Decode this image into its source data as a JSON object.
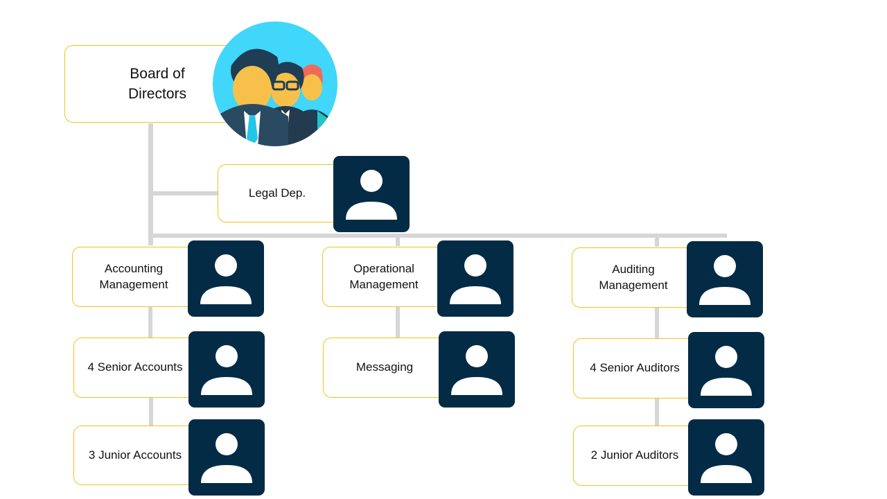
{
  "org_chart": {
    "board": {
      "line1": "Board of",
      "line2": "Directors",
      "icon": "team-icon"
    },
    "legal": {
      "label": "Legal Dep.",
      "icon": "person-icon"
    },
    "accounting": {
      "line1": "Accounting",
      "line2": "Management",
      "senior": "4 Senior Accounts",
      "junior": "3 Junior Accounts"
    },
    "operational": {
      "line1": "Operational",
      "line2": "Management",
      "messaging": "Messaging"
    },
    "auditing": {
      "line1": "Auditing",
      "line2": "Management",
      "senior": "4 Senior Auditors",
      "junior": "2 Junior Auditors"
    }
  },
  "colors": {
    "box_border": "#f0c419",
    "avatar_bg": "#032b45",
    "connector": "#d6d6d6",
    "board_circle": "#40d7fb"
  }
}
